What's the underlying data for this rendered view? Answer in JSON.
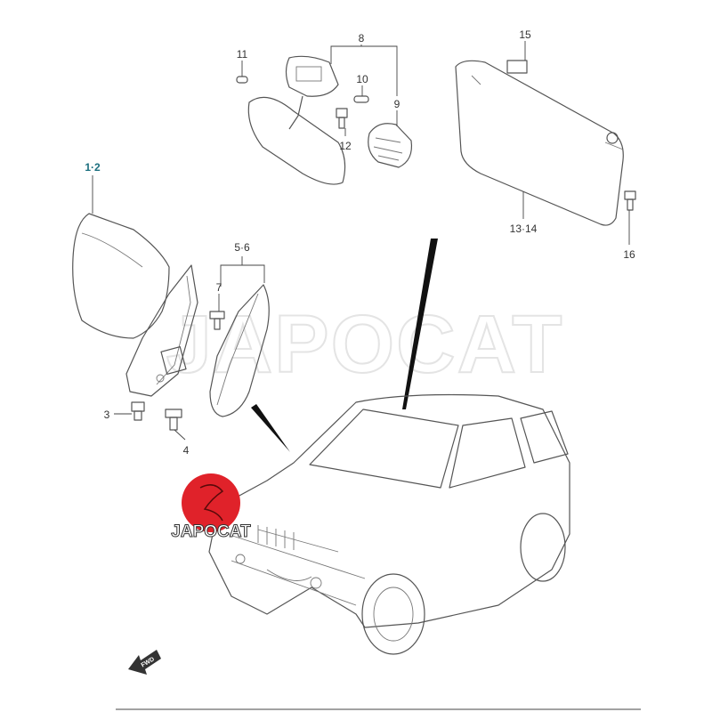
{
  "diagram": {
    "callouts": {
      "c1_2": "1·2",
      "c3": "3",
      "c4": "4",
      "c5_6": "5·6",
      "c7": "7",
      "c8": "8",
      "c9": "9",
      "c10": "10",
      "c11": "11",
      "c12": "12",
      "c13_14": "13·14",
      "c15": "15",
      "c16": "16"
    },
    "fwd_label": "FWD",
    "watermark": "JAPOCAT",
    "logo_text": "JAPOCAT",
    "colors": {
      "highlight_callout": "#1a6e7e",
      "logo_red": "#e0222a"
    }
  }
}
